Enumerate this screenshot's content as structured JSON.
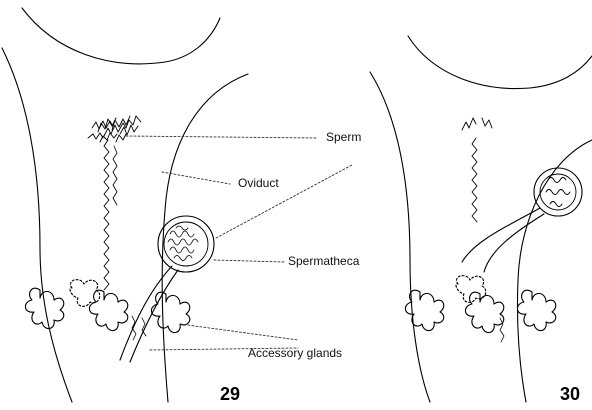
{
  "figure": {
    "panels": [
      {
        "id": "29",
        "number": "29"
      },
      {
        "id": "30",
        "number": "30"
      }
    ],
    "labels": {
      "sperm": "Sperm",
      "oviduct": "Oviduct",
      "spermatheca": "Spermatheca",
      "accessory_glands": "Accessory glands"
    },
    "colors": {
      "ink": "#000000",
      "leader": "#333333",
      "background": "#ffffff"
    }
  }
}
